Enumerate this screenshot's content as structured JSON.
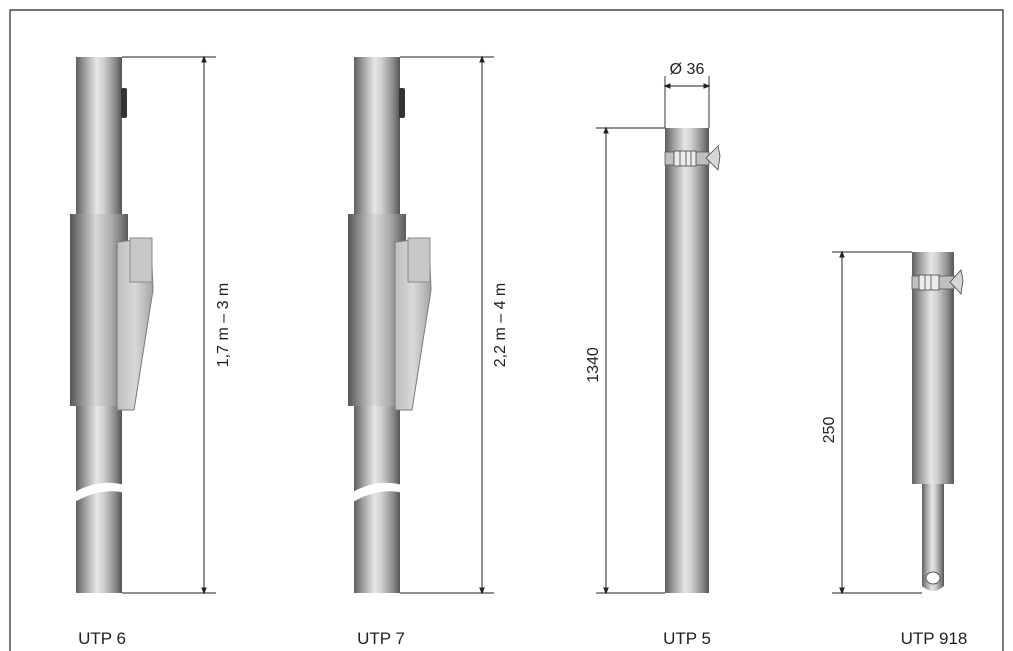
{
  "products": [
    {
      "name": "UTP 6",
      "length": "1,7 m – 3 m"
    },
    {
      "name": "UTP 7",
      "length": "2,2 m – 4 m"
    },
    {
      "name": "UTP 5",
      "length": "1340",
      "diameter": "Ø 36"
    },
    {
      "name": "UTP 918",
      "length": "250"
    }
  ],
  "colors": {
    "frame": "#222222",
    "tube_mid": "#e2e2e2",
    "tube_dark": "#6b6b6b",
    "sleeve_mid": "#cfcfcf"
  }
}
